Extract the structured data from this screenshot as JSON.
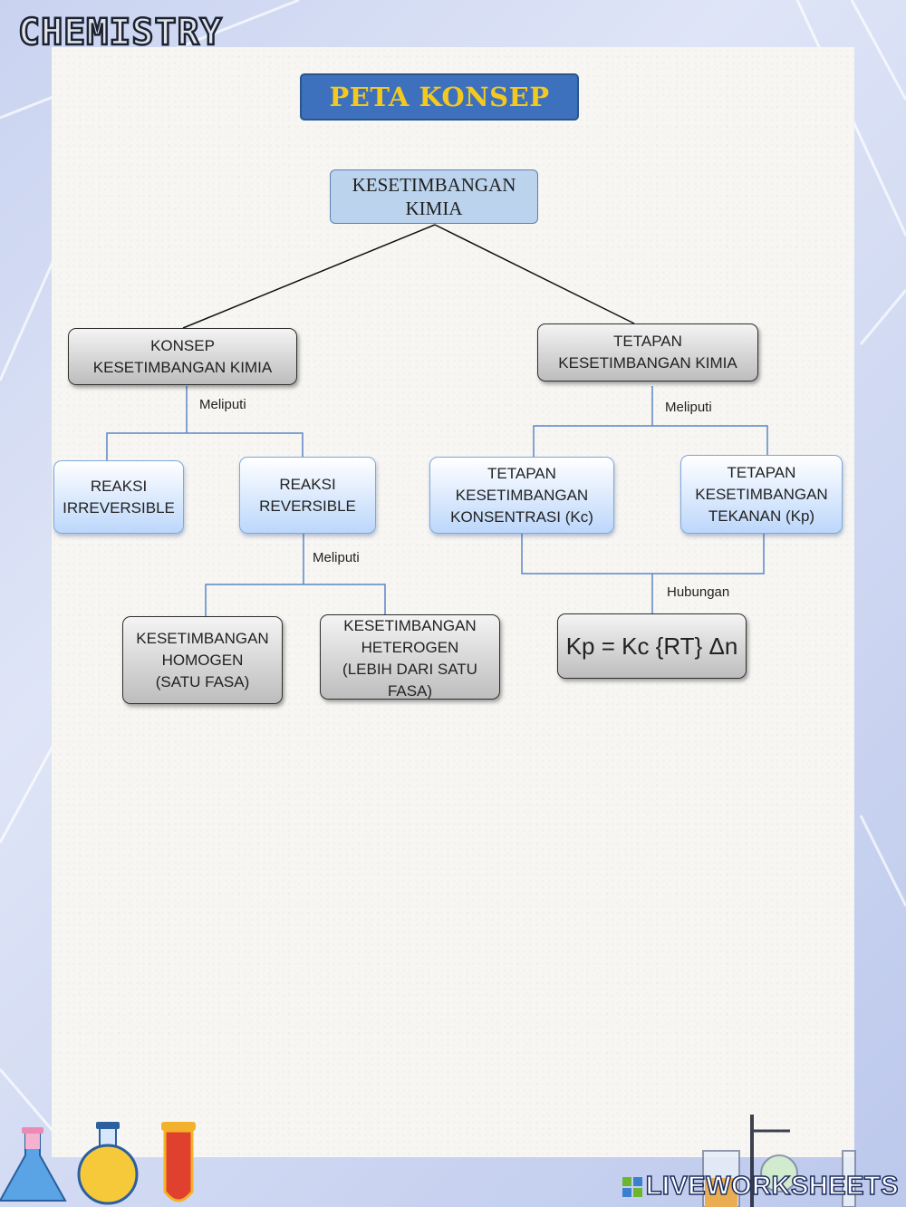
{
  "brand": "CHEMISTRY",
  "title": "PETA KONSEP",
  "root": "KESETIMBANGAN\nKIMIA",
  "nodes": {
    "konsep": "KONSEP\nKESETIMBANGAN KIMIA",
    "tetapan": "TETAPAN\nKESETIMBANGAN KIMIA",
    "irreversible": "REAKSI\nIRREVERSIBLE",
    "reversible": "REAKSI\nREVERSIBLE",
    "kc": "TETAPAN\nKESETIMBANGAN\nKONSENTRASI (Kc)",
    "kp": "TETAPAN\nKESETIMBANGAN\nTEKANAN (Kp)",
    "homogen": "KESETIMBANGAN\nHOMOGEN\n(SATU FASA)",
    "heterogen": "KESETIMBANGAN\nHETEROGEN\n(LEBIH DARI SATU\nFASA)",
    "formula": "Kp = Kc {RT} Δn"
  },
  "edge_labels": {
    "konsep_meliputi": "Meliputi",
    "tetapan_meliputi": "Meliputi",
    "reversible_meliputi": "Meliputi",
    "hubungan": "Hubungan"
  },
  "watermark": "LIVEWORKSHEETS",
  "watermark_logo": "LW",
  "colors": {
    "title_bg": "#3e71bd",
    "title_text": "#f4c91f",
    "root_bg": "#bcd3ee",
    "connector_blue": "#5a86c7",
    "connector_black": "#111111"
  }
}
